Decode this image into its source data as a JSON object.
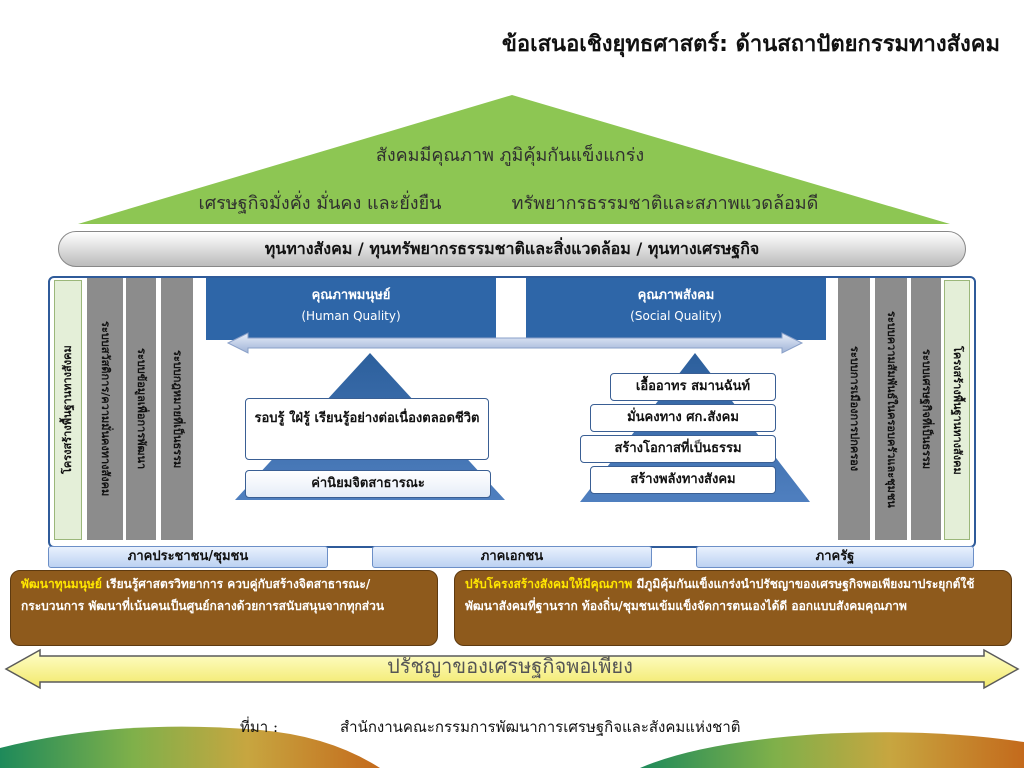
{
  "title": "ข้อเสนอเชิงยุทธศาสตร์: ด้านสถาปัตยกรรมทางสังคม",
  "roof": {
    "line1": "สังคมมีคุณภาพ ภูมิคุ้มกันแข็งแกร่ง",
    "line2_left": "เศรษฐกิจมั่งคั่ง มั่นคง และยั่งยืน",
    "line2_right": "ทรัพยากรธรรมชาติและสภาพแวดล้อมดี",
    "color": "#8dc653"
  },
  "capital_bar": "ทุนทางสังคม / ทุนทรัพยากรธรรมชาติและสิ่งแวดล้อม / ทุนทางเศรษฐกิจ",
  "left_pillars": {
    "green": "โครงสร้างพื้นฐานทางสังคม",
    "gray1": "ระบบสวัสดิการ/ความมั่นคงทางสังคม",
    "gray2": "ระบบข้อมูลเพื่อการพัฒนา",
    "gray3": "ระบบกฎหมายที่เป็นธรรม"
  },
  "right_pillars": {
    "gray1": "ระบบการเมืองการปกครอง",
    "gray2": "ระบบความสัมพันธ์ในครอบครัวและชุมชน",
    "gray3": "ระบบเศรษฐกิจที่เป็นธรรม",
    "green": "โครงสร้างพื้นฐานทางสังคม"
  },
  "human_quality": {
    "title": "คุณภาพมนุษย์",
    "subtitle": "(Human Quality)"
  },
  "social_quality": {
    "title": "คุณภาพสังคม",
    "subtitle": "(Social Quality)"
  },
  "left_triangle": {
    "box1": "รอบรู้ ใฝ่รู้ เรียนรู้อย่างต่อเนื่องตลอดชีวิต",
    "box2": "ค่านิยมจิตสาธารณะ"
  },
  "right_triangle": {
    "level1": "เอื้ออาทร สมานฉันท์",
    "level2": "มั่นคงทาง ศก.สังคม",
    "level3": "สร้างโอกาสที่เป็นธรรม",
    "level4": "สร้างพลังทางสังคม"
  },
  "sectors": {
    "people": "ภาคประชาชน/ชุมชน",
    "private": "ภาคเอกชน",
    "state": "ภาครัฐ"
  },
  "left_brown": {
    "highlight": "พัฒนาทุนมนุษย์",
    "text": " เรียนรู้ศาสตรวิทยาการ ควบคู่กับสร้างจิตสาธารณะ/กระบวนการ พัฒนาที่เน้นคนเป็นศูนย์กลางด้วยการสนับสนุนจากทุกส่วน"
  },
  "right_brown": {
    "highlight": "ปรับโครงสร้างสังคมให้มีคุณภาพ",
    "text": " มีภูมิคุ้มกันแข็งแกร่งนำปรัชญาของเศรษฐกิจพอเพียงมาประยุกต์ใช้ พัฒนาสังคมที่ฐานราก ท้องถิ่น/ชุมชนเข้มแข็งจัดการตนเองได้ดี ออกแบบสังคมคุณภาพ"
  },
  "foundation": "ปรัชญาของเศรษฐกิจพอเพียง",
  "source": {
    "label": "ที่มา :",
    "text": "สำนักงานคณะกรรมการพัฒนาการเศรษฐกิจและสังคมแห่งชาติ"
  }
}
